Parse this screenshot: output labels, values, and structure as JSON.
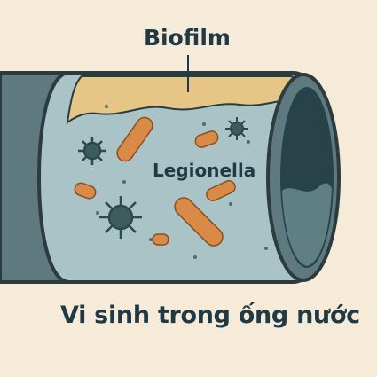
{
  "labels": {
    "biofilm": "Biofilm",
    "bacterium": "Legionella",
    "caption": "Vi sinh trong ống nước"
  },
  "colors": {
    "background": "#f6ead9",
    "pipe_outer": "#5f7a7f",
    "pipe_inner": "#a9c3c7",
    "biofilm": "#e5c685",
    "bacteria_rod": "#d98a46",
    "bacteria_star": "#3d5c5c",
    "text": "#1f3a44"
  },
  "icons": [
    "rod-bacterium-icon",
    "spiky-microbe-icon"
  ]
}
